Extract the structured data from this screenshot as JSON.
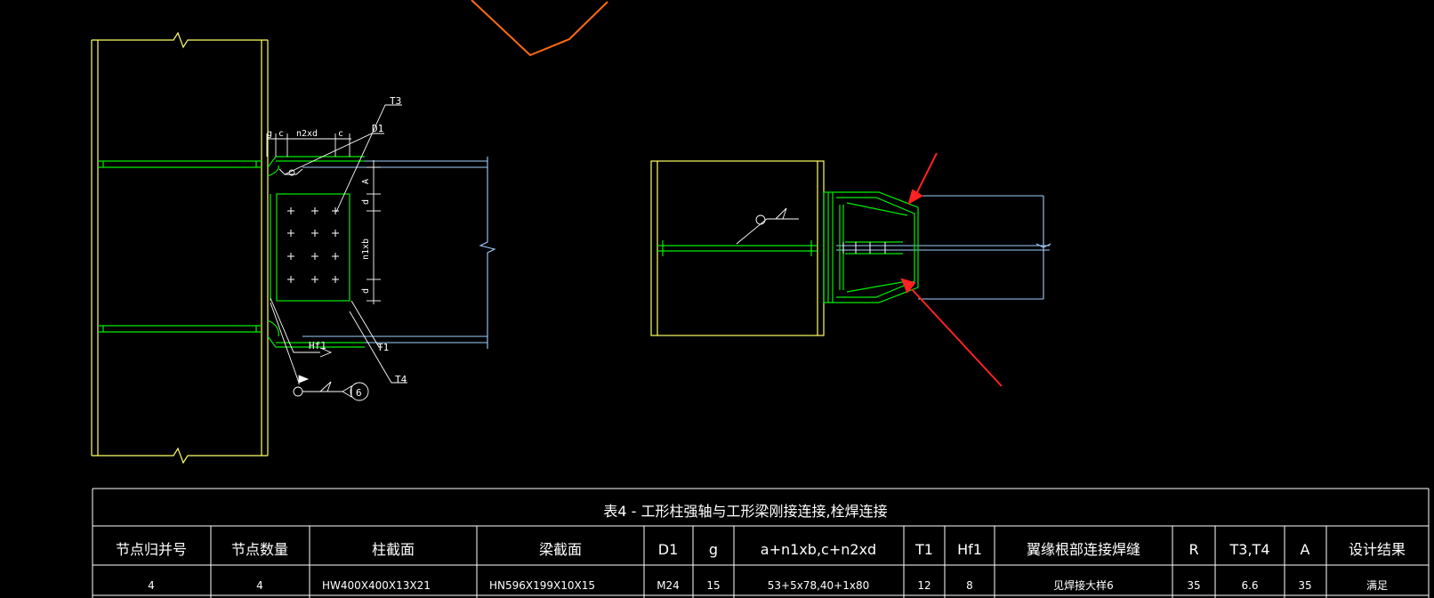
{
  "colors": {
    "background": "#000000",
    "column": "#ffff66",
    "plate": "#00ee00",
    "beam": "#9fd0ff",
    "dimension": "#ffffff",
    "highlight_arrow": "#ff2222",
    "polyline": "#ff6a13"
  },
  "left_view": {
    "labels": {
      "t3": "T3",
      "d1": "D1",
      "g": "g",
      "c1": "c",
      "n2xd": "n2xd",
      "c2": "c",
      "a_dim": "A",
      "d_top": "d",
      "n1xb": "n1xb",
      "d_bot": "d",
      "hf1": "Hf1",
      "t1": "T1",
      "t4": "T4",
      "weld_ref": "6"
    }
  },
  "right_view": {
    "arrows": 2
  },
  "table": {
    "title": "表4 - 工形柱强轴与工形梁刚接连接,栓焊连接",
    "headers": [
      "节点归并号",
      "节点数量",
      "柱截面",
      "梁截面",
      "D1",
      "g",
      "a+n1xb,c+n2xd",
      "T1",
      "Hf1",
      "翼缘根部连接焊缝",
      "R",
      "T3,T4",
      "A",
      "设计结果"
    ],
    "rows": [
      [
        "4",
        "4",
        "HW400X400X13X21",
        "HN596X199X10X15",
        "M24",
        "15",
        "53+5x78,40+1x80",
        "12",
        "8",
        "见焊接大样6",
        "35",
        "6.6",
        "35",
        "满足"
      ]
    ]
  }
}
